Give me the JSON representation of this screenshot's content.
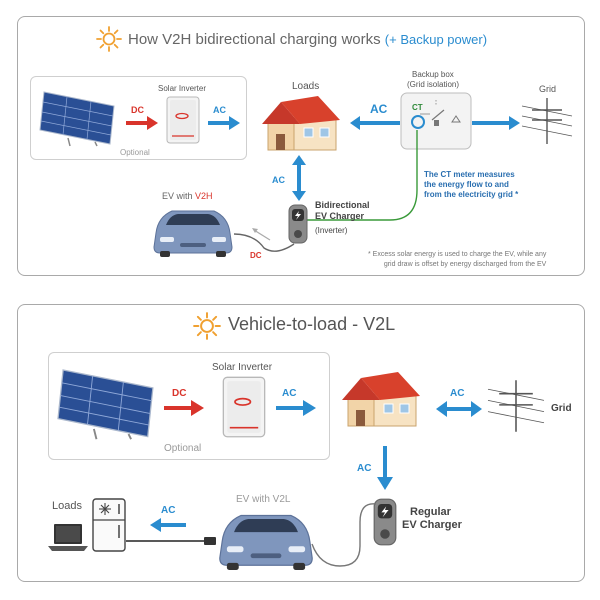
{
  "v2h": {
    "title_prefix": "How V2H bidirectional charging works",
    "title_suffix": "(+ Backup power)",
    "solar_inverter": "Solar Inverter",
    "optional": "Optional",
    "dc": "DC",
    "ac_inverter": "AC",
    "loads": "Loads",
    "ac_house_backup": "AC",
    "backup_box": "Backup box",
    "grid_isolation": "(Grid isolation)",
    "ct": "CT",
    "grid": "Grid",
    "ac_vertical": "AC",
    "ev_label_prefix": "EV with ",
    "ev_label_v2h": "V2H",
    "charger_line1": "Bidirectional",
    "charger_line2": "EV Charger",
    "charger_line3": "(Inverter)",
    "dc_cable": "DC",
    "ct_note": [
      "The CT meter measures",
      "the energy flow to and",
      "from the electricity grid *"
    ],
    "footnote": [
      "* Excess solar energy is used to charge the EV, while any",
      "grid draw is offset by energy discharged from the EV"
    ]
  },
  "v2l": {
    "title": "Vehicle-to-load - V2L",
    "solar_inverter": "Solar Inverter",
    "optional": "Optional",
    "dc": "DC",
    "ac_inverter": "AC",
    "grid": "Grid",
    "ac_vertical": "AC",
    "loads": "Loads",
    "ac_loads": "AC",
    "ev_label": "EV with V2L",
    "charger_line1": "Regular",
    "charger_line2": "EV Charger"
  },
  "colors": {
    "ac_blue": "#2a8ccf",
    "dc_red": "#d9342b",
    "sun_orange": "#f0a030",
    "roof_red": "#d8412c",
    "ct_wire_green": "#3a9a3a"
  },
  "icons": [
    "sun-icon",
    "solar-panel-icon",
    "inverter-icon",
    "house-icon",
    "backup-box-icon",
    "grid-pylon-icon",
    "ev-car-icon",
    "ev-charger-icon",
    "laptop-icon",
    "fridge-icon"
  ]
}
